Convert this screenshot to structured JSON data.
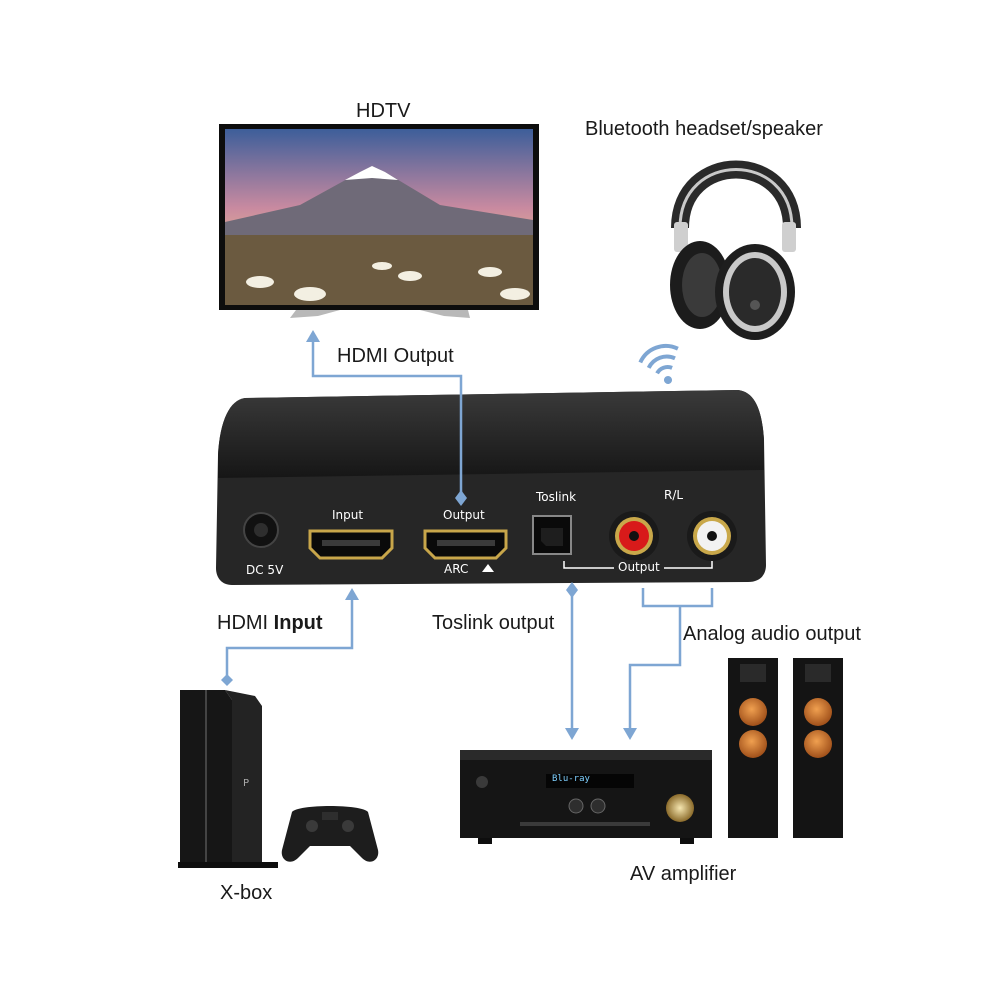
{
  "devices": {
    "tv": {
      "label": "HDTV"
    },
    "headphones": {
      "label": "Bluetooth headset/speaker"
    },
    "console": {
      "label": "X-box"
    },
    "amplifier": {
      "label": "AV amplifier",
      "display_text": "Blu-ray"
    }
  },
  "connections": {
    "hdmi_output": "HDMI Output",
    "hdmi_input_prefix": "HDMI ",
    "hdmi_input_bold": "Input",
    "toslink_output": "Toslink output",
    "analog_output": "Analog audio output"
  },
  "panel": {
    "dc": "DC 5V",
    "input": "Input",
    "output": "Output",
    "arc": "ARC",
    "toslink": "Toslink",
    "rl": "R/L",
    "audio_output": "Output"
  },
  "colors": {
    "connector_line": "#7ea6d3",
    "device_body": "#1f1f1f",
    "rca_red": "#d81a1a",
    "speaker_driver": "#d87a2a"
  }
}
